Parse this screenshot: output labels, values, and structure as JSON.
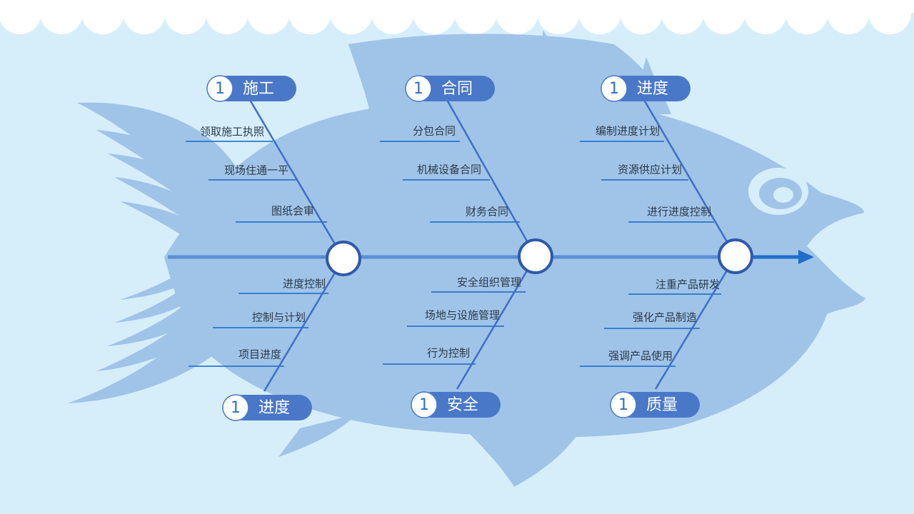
{
  "colors": {
    "background": "#d6eefa",
    "fish_body": "#a0c4e8",
    "spine": "#5a8fd6",
    "arrow": "#1f6fc8",
    "bone": "#3f6ec8",
    "label_pill": "#4a78c8",
    "joint_border": "#2f5aa8",
    "scallop": "#ffffff"
  },
  "categories": [
    {
      "number": "1",
      "label": "施工",
      "causes": [
        "领取施工执照",
        "现场住通一平",
        "图纸会审"
      ]
    },
    {
      "number": "1",
      "label": "合同",
      "causes": [
        "分包合同",
        "机械设备合同",
        "财务合同"
      ]
    },
    {
      "number": "1",
      "label": "进度",
      "causes": [
        "编制进度计划",
        "资源供应计划",
        "进行进度控制"
      ]
    },
    {
      "number": "1",
      "label": "进度",
      "causes": [
        "进度控制",
        "控制与计划",
        "项目进度"
      ]
    },
    {
      "number": "1",
      "label": "安全",
      "causes": [
        "安全组织管理",
        "场地与设施管理",
        "行为控制"
      ]
    },
    {
      "number": "1",
      "label": "质量",
      "causes": [
        "注重产品研发",
        "强化产品制造",
        "强调产品使用"
      ]
    }
  ]
}
